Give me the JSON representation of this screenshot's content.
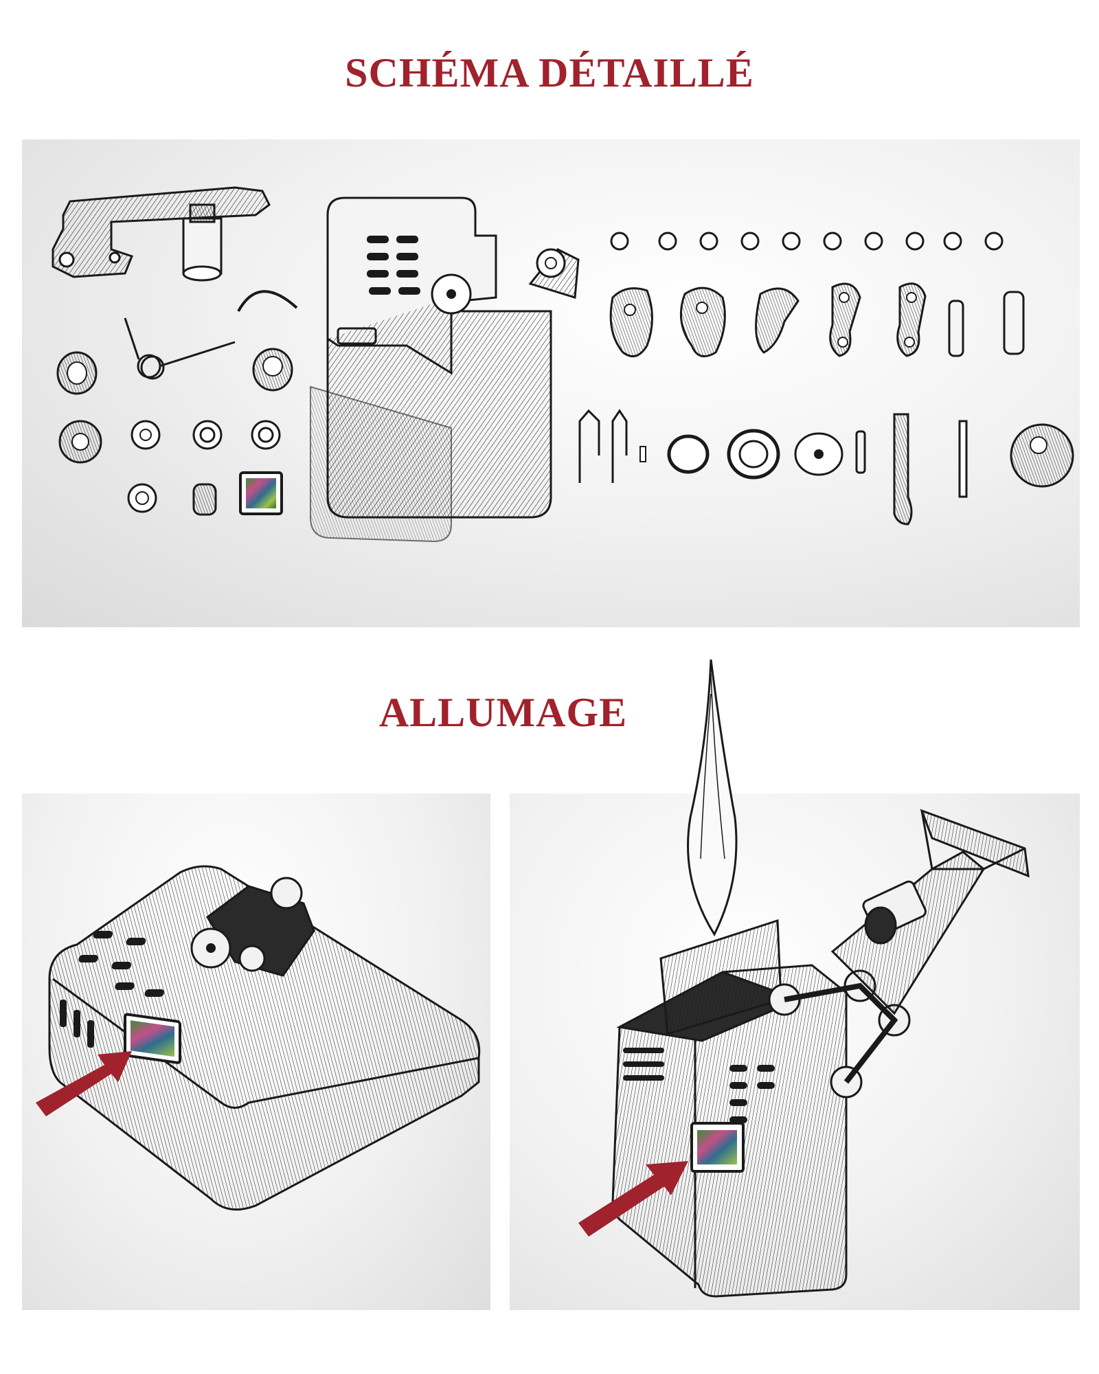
{
  "headings": {
    "exploded_view": "SCHÉMA DÉTAILLÉ",
    "ignition": "ALLUMAGE"
  },
  "colors": {
    "heading": "#a0222c",
    "arrow": "#a0222c",
    "ink": "#1a1a1a",
    "abalone_inlay": [
      "#3f8c3a",
      "#c44f8a",
      "#2e6e8e",
      "#9bc24a"
    ]
  },
  "panels": {
    "exploded": "exploded parts of lighter",
    "closed": "closed lighter with arrow to inlay",
    "open": "open lighter with flame, arrow to inlay"
  }
}
